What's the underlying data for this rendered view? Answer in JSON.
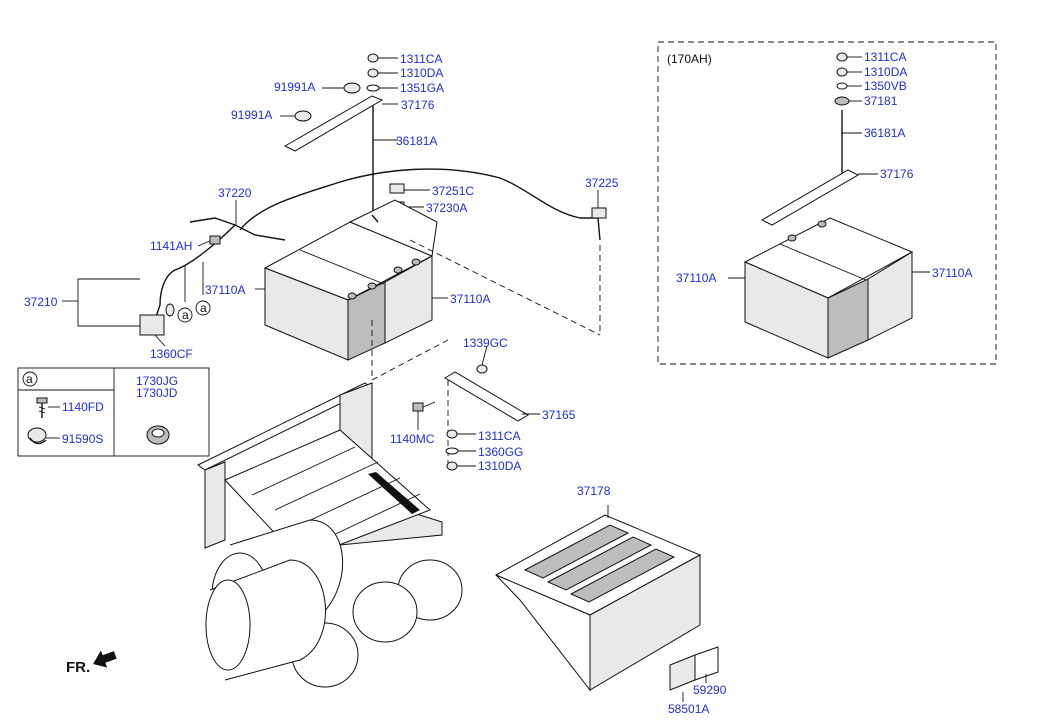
{
  "colors": {
    "part_number": "#1f2fd6",
    "line": "#111111",
    "background": "#ffffff"
  },
  "inset": {
    "title": "(170AH)"
  },
  "legend": {
    "ref": "a"
  },
  "direction": {
    "label": "FR."
  },
  "callouts": {
    "c1311CA_top": "1311CA",
    "c1310DA_top": "1310DA",
    "c1351GA": "1351GA",
    "c91991A_1": "91991A",
    "c91991A_2": "91991A",
    "c37176": "37176",
    "c36181A": "36181A",
    "c37220": "37220",
    "c37251C": "37251C",
    "c37230A": "37230A",
    "c37225": "37225",
    "c1141AH": "1141AH",
    "c37110A_left": "37110A",
    "c37110A_right": "37110A",
    "c37210": "37210",
    "c1360CF": "1360CF",
    "c1339GC": "1339GC",
    "c37165": "37165",
    "c1140MC": "1140MC",
    "c1311CA_low": "1311CA",
    "c1360GG": "1360GG",
    "c1310DA_low": "1310DA",
    "c1730JG": "1730JG",
    "c1730JD": "1730JD",
    "c1140FD": "1140FD",
    "c91590S": "91590S",
    "c37178": "37178",
    "c59290": "59290",
    "c58501A": "58501A",
    "i1311CA": "1311CA",
    "i1310DA": "1310DA",
    "i1350VB": "1350VB",
    "i37181": "37181",
    "i36181A": "36181A",
    "i37176": "37176",
    "i37110A_left": "37110A",
    "i37110A_right": "37110A"
  }
}
